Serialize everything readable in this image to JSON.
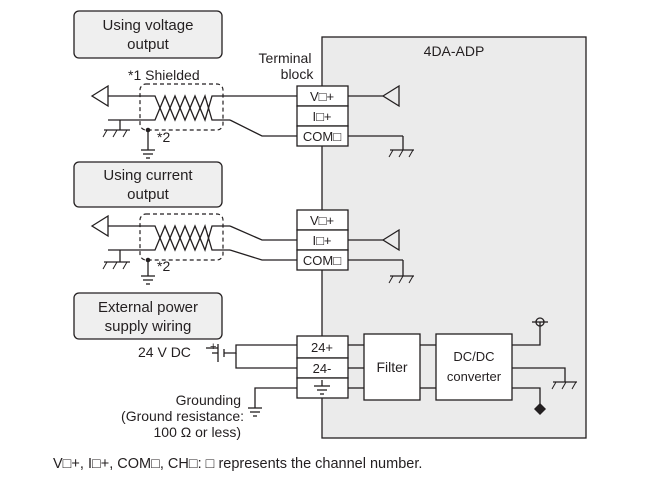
{
  "labels": {
    "voltage_output_line1": "Using voltage",
    "voltage_output_line2": "output",
    "current_output_line1": "Using current",
    "current_output_line2": "output",
    "ext_power_line1": "External power",
    "ext_power_line2": "supply wiring",
    "terminal_block_line1": "Terminal",
    "terminal_block_line2": "block",
    "shielded": "*1  Shielded",
    "note2_a": "*2",
    "note2_b": "*2",
    "module_name": "4DA-ADP",
    "dc_supply": "24 V DC",
    "grounding_line1": "Grounding",
    "grounding_line2": "(Ground resistance:",
    "grounding_line3": "100 Ω or less)",
    "footnote": "V□+, I□+, COM□, CH□: □ represents the channel number."
  },
  "terminals": {
    "voltage": [
      "V□+",
      "I□+",
      "COM□"
    ],
    "current": [
      "V□+",
      "I□+",
      "COM□"
    ],
    "power": [
      "24+",
      "24-"
    ]
  },
  "blocks": {
    "filter": "Filter",
    "dcdc_line1": "DC/DC",
    "dcdc_line2": "converter"
  }
}
